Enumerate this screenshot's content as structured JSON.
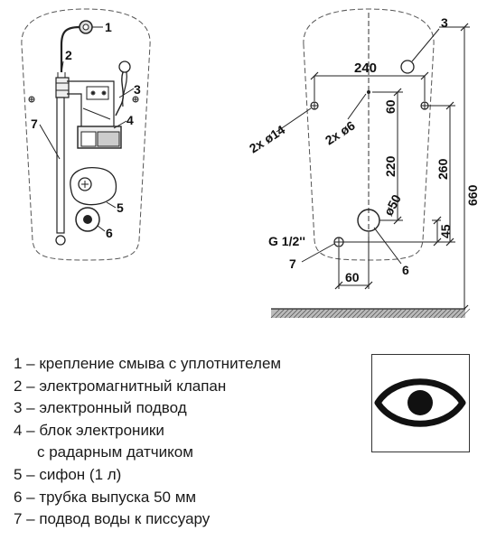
{
  "callouts": {
    "left": [
      "1",
      "2",
      "3",
      "4",
      "5",
      "6",
      "7"
    ],
    "right": [
      "3",
      "6",
      "7"
    ]
  },
  "dimensions": {
    "d240": "240",
    "d60_top": "60",
    "d220": "220",
    "d260": "260",
    "d660": "660",
    "d45": "45",
    "d60_bottom": "60",
    "hole_14": "2x ø14",
    "hole_6": "2x ø6",
    "dia_50": "ø50",
    "thread": "G 1/2''"
  },
  "legend": [
    "1 – крепление смыва с уплотнителем",
    "2 – электромагнитный клапан",
    "3 – электронный подвод",
    "4 – блок электроники",
    "с радарным датчиком",
    "5 – сифон (1 л)",
    "6 – трубка выпуска 50 мм",
    "7 – подвод воды к писсуару"
  ],
  "colors": {
    "line": "#2a2a2a",
    "outline": "#555555"
  },
  "icons": {
    "sensor": "eye-icon"
  }
}
